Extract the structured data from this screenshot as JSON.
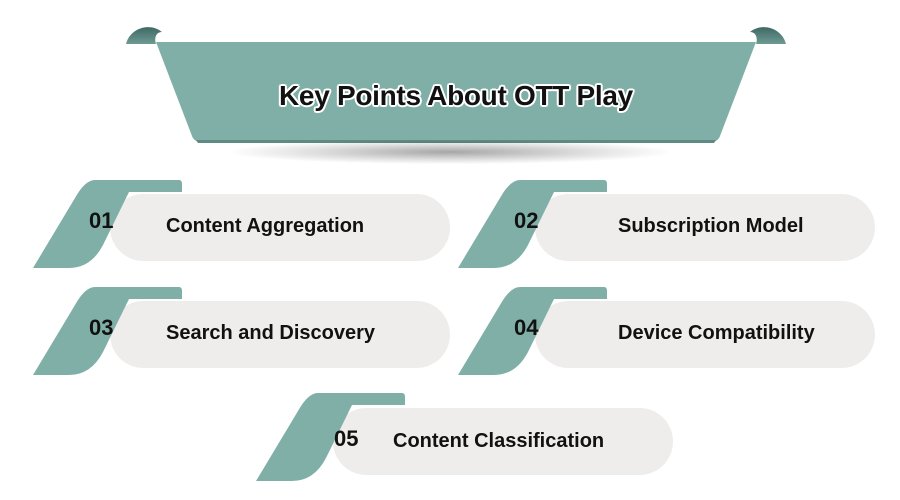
{
  "banner": {
    "title": "Key Points About OTT Play"
  },
  "colors": {
    "teal": "#80afa8",
    "teal_dark": "#4f7a74",
    "pill_bg": "#eeedeb",
    "text": "#111111"
  },
  "points": [
    {
      "number": "01",
      "label": "Content Aggregation"
    },
    {
      "number": "02",
      "label": "Subscription Model"
    },
    {
      "number": "03",
      "label": "Search and Discovery"
    },
    {
      "number": "04",
      "label": "Device Compatibility"
    },
    {
      "number": "05",
      "label": "Content Classification"
    }
  ]
}
